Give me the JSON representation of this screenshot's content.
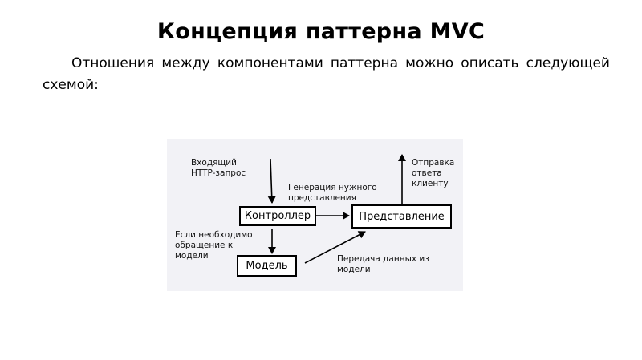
{
  "slide": {
    "title": "Концепция паттерна MVC",
    "text": "Отношения между компонентами паттерна можно описать следующей схемой:"
  },
  "diagram": {
    "boxes": {
      "controller": "Контроллер",
      "view": "Представление",
      "model": "Модель"
    },
    "notes": {
      "incoming": "Входящий\nHTTP-запрос",
      "generation": "Генерация нужного\nпредставления",
      "send": "Отправка\nответа\nклиенту",
      "model_access": "Если необходимо\nобращение к\nмодели",
      "data_transfer": "Передача данных из\nмодели"
    }
  }
}
